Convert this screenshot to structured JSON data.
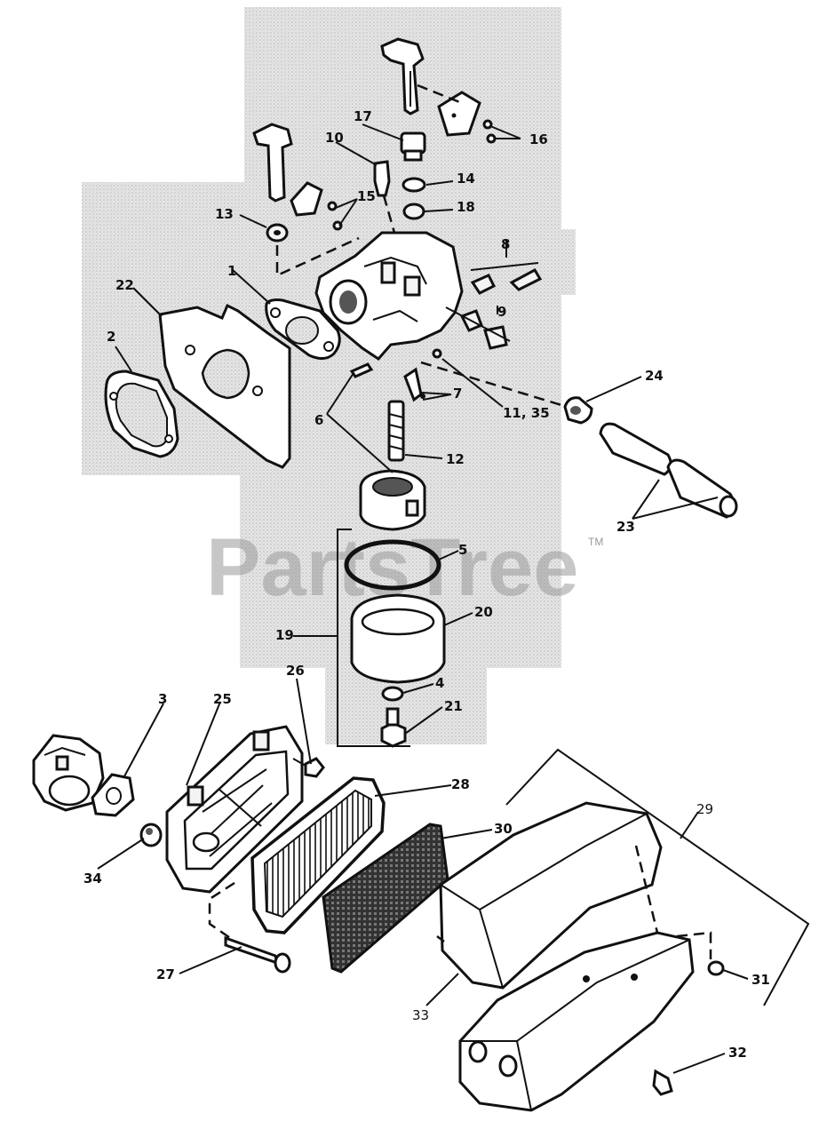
{
  "watermark": {
    "text": "PartsTree",
    "trademark": "TM"
  },
  "callouts": {
    "c1": "1",
    "c2": "2",
    "c3": "3",
    "c4": "4",
    "c5": "5",
    "c6": "6",
    "c7": "7",
    "c8": "8",
    "c9": "9",
    "c10": "10",
    "c11": "11, 35",
    "c12": "12",
    "c13": "13",
    "c14": "14",
    "c15": "15",
    "c16": "16",
    "c17": "17",
    "c18": "18",
    "c19": "19",
    "c20": "20",
    "c21": "21",
    "c22": "22",
    "c23": "23",
    "c24": "24",
    "c25": "25",
    "c26": "26",
    "c27": "27",
    "c28": "28",
    "c29": "29",
    "c30": "30",
    "c31": "31",
    "c32": "32",
    "c33": "33",
    "c34": "34"
  }
}
